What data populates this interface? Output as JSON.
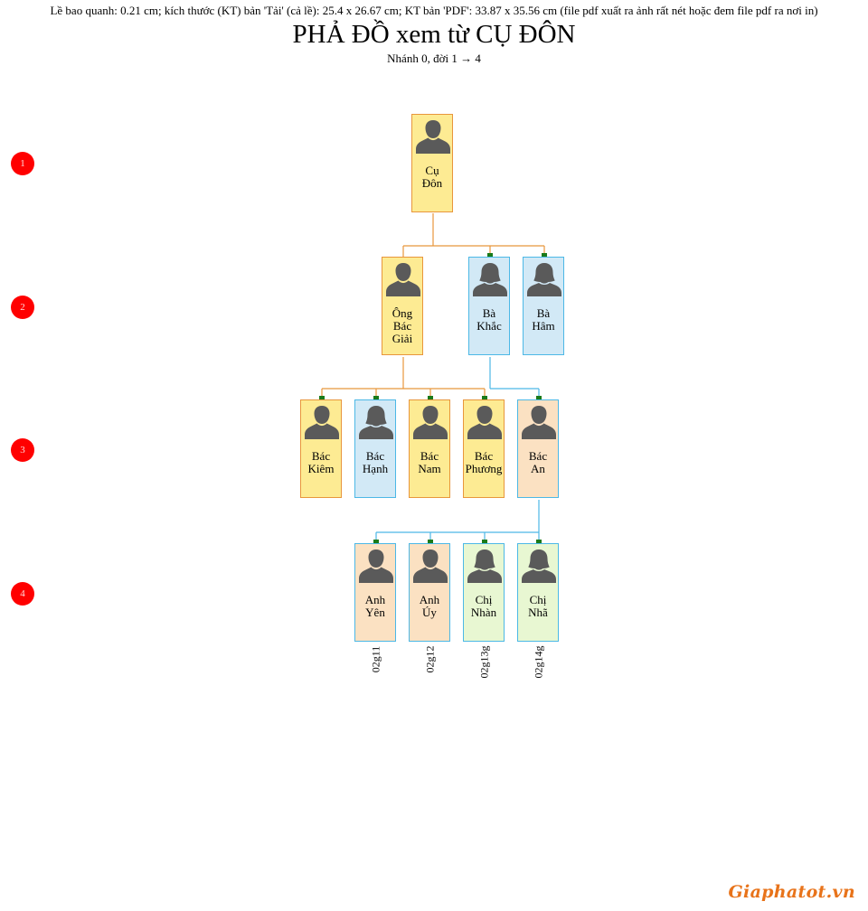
{
  "header": {
    "note": "Lề bao quanh: 0.21 cm; kích thước (KT) bản 'Tải' (cả lề): 25.4 x 26.67 cm; KT bản 'PDF': 33.87 x 35.56 cm (file pdf xuất ra ảnh rất nét hoặc đem file pdf ra nơi in)",
    "title": "PHẢ ĐỒ xem từ CỤ ĐÔN",
    "subtitle": "Nhánh 0, đời 1 → 4"
  },
  "generations": [
    "1",
    "2",
    "3",
    "4"
  ],
  "colors": {
    "male_fill": "#fdeb93",
    "male_border": "#e8963c",
    "female_fill": "#d2e9f6",
    "female_border": "#4cb8e6",
    "peach_fill": "#fbe1c2",
    "green_fill": "#e8f7d2",
    "line_orange": "#e8963c",
    "line_blue": "#4cb8e6",
    "marker_green": "#1a7a1a",
    "badge_red": "#ff0000",
    "avatar_gray": "#5a5a5a"
  },
  "people": [
    {
      "id": "cu-don",
      "line1": "Cụ",
      "line2": "Đôn",
      "line3": "",
      "gender": "male",
      "fill": "male"
    },
    {
      "id": "ong-bac-giai",
      "line1": "Ông",
      "line2": "Bác",
      "line3": "Giải",
      "gender": "male",
      "fill": "male"
    },
    {
      "id": "ba-khac",
      "line1": "Bà",
      "line2": "Khắc",
      "line3": "",
      "gender": "female",
      "fill": "female"
    },
    {
      "id": "ba-ham",
      "line1": "Bà",
      "line2": "Hâm",
      "line3": "",
      "gender": "female",
      "fill": "female"
    },
    {
      "id": "bac-kiem",
      "line1": "Bác",
      "line2": "Kiêm",
      "line3": "",
      "gender": "male",
      "fill": "male"
    },
    {
      "id": "bac-hanh",
      "line1": "Bác",
      "line2": "Hạnh",
      "line3": "",
      "gender": "female",
      "fill": "female"
    },
    {
      "id": "bac-nam",
      "line1": "Bác",
      "line2": "Nam",
      "line3": "",
      "gender": "male",
      "fill": "male"
    },
    {
      "id": "bac-phuong",
      "line1": "Bác",
      "line2": "Phương",
      "line3": "",
      "gender": "male",
      "fill": "male"
    },
    {
      "id": "bac-an",
      "line1": "Bác",
      "line2": "An",
      "line3": "",
      "gender": "male",
      "fill": "peach"
    },
    {
      "id": "anh-yen",
      "line1": "Anh",
      "line2": "Yên",
      "line3": "",
      "gender": "male",
      "fill": "peach",
      "code": "02g11"
    },
    {
      "id": "anh-uy",
      "line1": "Anh",
      "line2": "Úy",
      "line3": "",
      "gender": "male",
      "fill": "peach",
      "code": "02g12"
    },
    {
      "id": "chi-nhan",
      "line1": "Chị",
      "line2": "Nhàn",
      "line3": "",
      "gender": "female",
      "fill": "green",
      "code": "02g13g"
    },
    {
      "id": "chi-nha",
      "line1": "Chị",
      "line2": "Nhã",
      "line3": "",
      "gender": "female",
      "fill": "green",
      "code": "02g14g"
    }
  ],
  "watermark": "Giaphatot.vn"
}
